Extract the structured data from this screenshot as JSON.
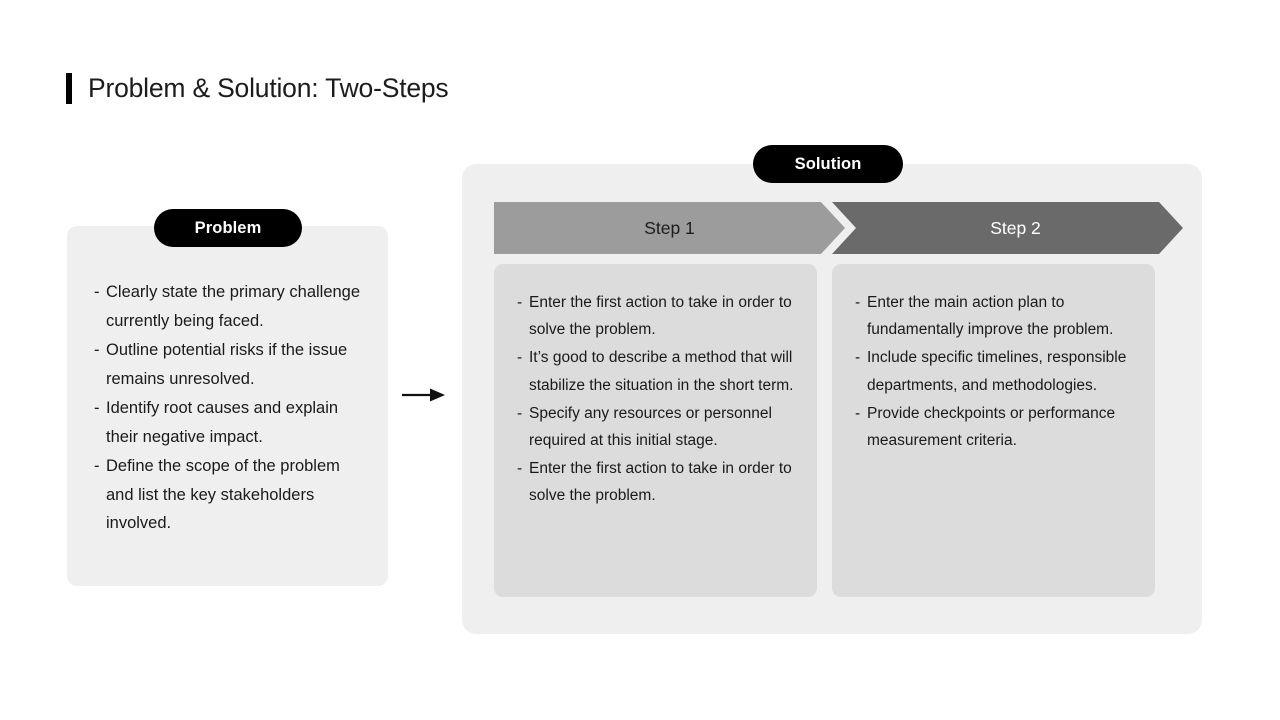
{
  "slide": {
    "title": "Problem & Solution: Two-Steps",
    "accent_color": "#000000",
    "background_color": "#ffffff"
  },
  "problem": {
    "badge": "Problem",
    "card_color": "#efefef",
    "bullet_marker": "-",
    "items": [
      "Clearly state the primary challenge currently being faced.",
      "Outline potential risks if the issue remains unresolved.",
      "Identify root causes and explain their negative impact.",
      "Define the scope of the problem and list the key stakeholders involved."
    ]
  },
  "connector": {
    "icon": "arrow-right-icon",
    "color": "#111111"
  },
  "solution": {
    "badge": "Solution",
    "panel_color": "#efefef",
    "bullet_marker": "-",
    "steps": [
      {
        "label": "Step 1",
        "header_color": "#9c9c9c",
        "header_text_color": "#1c1c1c",
        "card_color": "#dcdcdc",
        "items": [
          "Enter the first action to take in order to solve the problem.",
          "It’s good to describe a method that will stabilize the situation in the short term.",
          "Specify any resources or personnel required at this initial stage.",
          "Enter the first action to take in order to solve the problem."
        ]
      },
      {
        "label": "Step 2",
        "header_color": "#6a6a6a",
        "header_text_color": "#ffffff",
        "card_color": "#dcdcdc",
        "items": [
          "Enter the main action plan to fundamentally improve the problem.",
          "Include specific timelines, responsible departments, and methodologies.",
          "Provide checkpoints or performance measurement criteria."
        ]
      }
    ]
  }
}
